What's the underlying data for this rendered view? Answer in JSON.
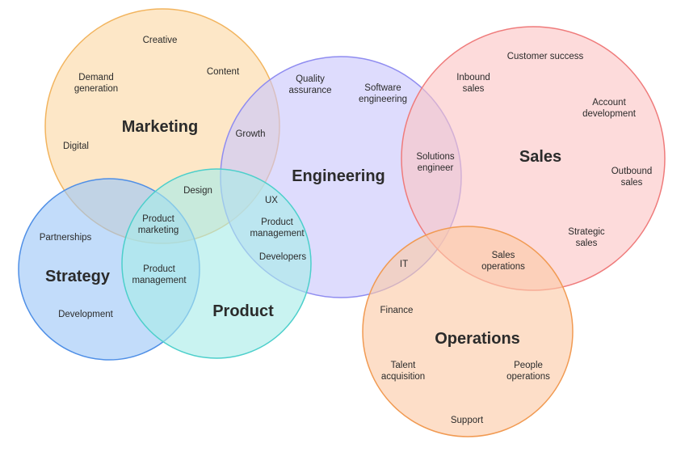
{
  "circles": [
    {
      "id": "marketing",
      "title": "Marketing",
      "fill": "#fbd8a5",
      "stroke": "#f2b45e"
    },
    {
      "id": "engineering",
      "title": "Engineering",
      "fill": "#c9c7fb",
      "stroke": "#8f8cf0"
    },
    {
      "id": "sales",
      "title": "Sales",
      "fill": "#fbc5c5",
      "stroke": "#ef7b7b"
    },
    {
      "id": "strategy",
      "title": "Strategy",
      "fill": "#9dc7f7",
      "stroke": "#4f8fe6"
    },
    {
      "id": "product",
      "title": "Product",
      "fill": "#a8ebe9",
      "stroke": "#4ccfcb"
    },
    {
      "id": "operations",
      "title": "Operations",
      "fill": "#fbc9a6",
      "stroke": "#f19a52"
    }
  ],
  "items": {
    "creative": [
      "Creative"
    ],
    "content": [
      "Content"
    ],
    "demand_generation": [
      "Demand",
      "generation"
    ],
    "digital": [
      "Digital"
    ],
    "growth": [
      "Growth"
    ],
    "design": [
      "Design"
    ],
    "quality_assurance": [
      "Quality",
      "assurance"
    ],
    "software_engineering": [
      "Software",
      "engineering"
    ],
    "ux": [
      "UX"
    ],
    "product_management_eng": [
      "Product",
      "management"
    ],
    "developers": [
      "Developers"
    ],
    "it": [
      "IT"
    ],
    "solutions_engineer": [
      "Solutions",
      "engineer"
    ],
    "customer_success": [
      "Customer success"
    ],
    "inbound_sales": [
      "Inbound",
      "sales"
    ],
    "account_development": [
      "Account",
      "development"
    ],
    "outbound_sales": [
      "Outbound",
      "sales"
    ],
    "strategic_sales": [
      "Strategic",
      "sales"
    ],
    "sales_operations": [
      "Sales",
      "operations"
    ],
    "partnerships": [
      "Partnerships"
    ],
    "development": [
      "Development"
    ],
    "product_marketing": [
      "Product",
      "marketing"
    ],
    "product_management": [
      "Product",
      "management"
    ],
    "finance": [
      "Finance"
    ],
    "talent_acquisition": [
      "Talent",
      "acquisition"
    ],
    "people_operations": [
      "People",
      "operations"
    ],
    "support": [
      "Support"
    ]
  }
}
